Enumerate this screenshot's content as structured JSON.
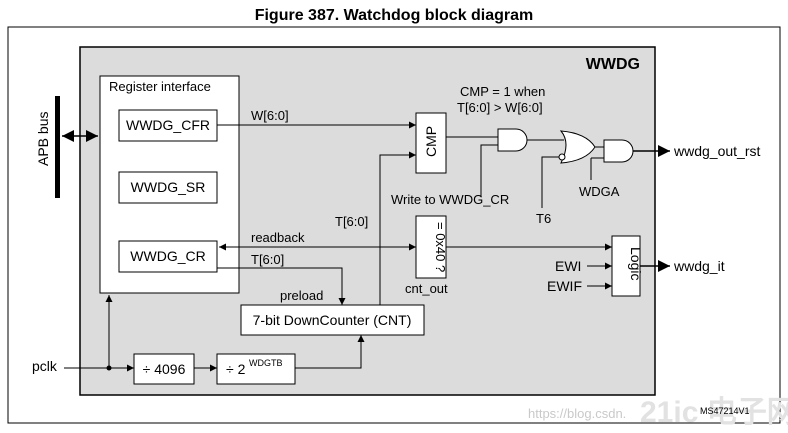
{
  "figure_title": "Figure 387. Watchdog block diagram",
  "block": {
    "name": "WWDG",
    "register_interface": "Register interface",
    "registers": {
      "cfr": "WWDG_CFR",
      "sr": "WWDG_SR",
      "cr": "WWDG_CR"
    },
    "bus_label": "APB bus",
    "clock_input": "pclk",
    "prescaler_1": "÷ 4096",
    "prescaler_2": "÷ 2",
    "prescaler_2_exp": "WDGTB",
    "counter": "7-bit DownCounter (CNT)",
    "comparator": "CMP",
    "comparator_condition_1": "CMP = 1 when",
    "comparator_condition_2": "T[6:0] > W[6:0]",
    "eq_block": "= 0x40 ?",
    "logic": "Logic",
    "signals": {
      "w": "W[6:0]",
      "t_cnt": "T[6:0]",
      "t_cr": "T[6:0]",
      "readback": "readback",
      "preload": "preload",
      "write_cr": "Write to WWDG_CR",
      "t6": "T6",
      "wdga": "WDGA",
      "cnt_out": "cnt_out",
      "ewi": "EWI",
      "ewif": "EWIF",
      "out_rst": "wwdg_out_rst",
      "out_it": "wwdg_it"
    }
  },
  "footer": {
    "figure_code": "MS47214V1",
    "watermark_url": "https://blog.csdn.",
    "watermark_logo": "21ic 电子网"
  }
}
